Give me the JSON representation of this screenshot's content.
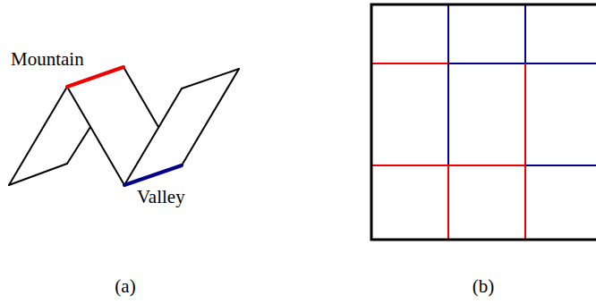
{
  "diagram": {
    "labels": [
      "Mountain",
      "Valley",
      "(a)",
      "(b)"
    ]
  }
}
